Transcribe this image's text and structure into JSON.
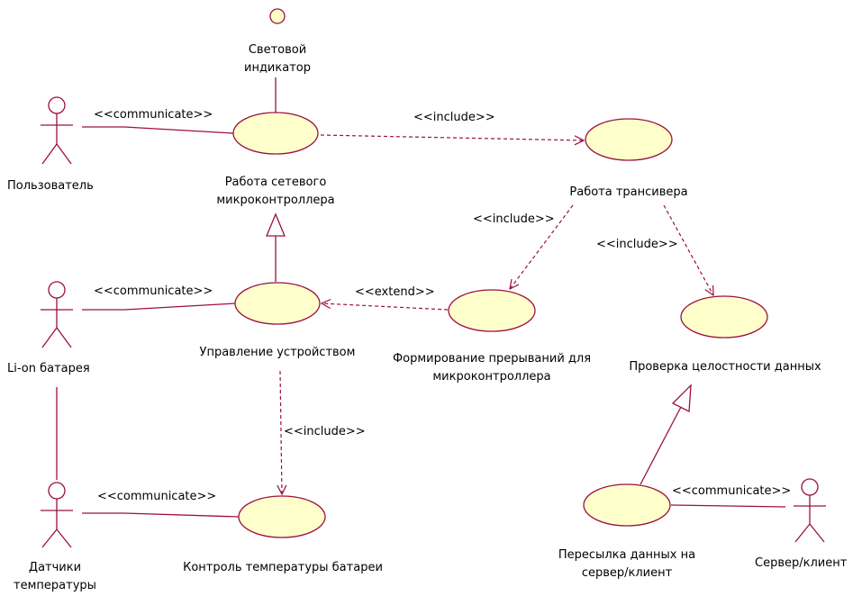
{
  "actors": {
    "user": "Пользователь",
    "battery": "Li-on батарея",
    "sensor": "Датчики\nтемпературы",
    "server": "Сервер/клиент"
  },
  "usecases": {
    "network_mcu": "Работа сетевого\nмикроконтроллера",
    "transceiver": "Работа трансивера",
    "device_control": "Управление устройством",
    "interrupts": "Формирование прерываний для\nмикроконтроллера",
    "integrity": "Проверка целостности данных",
    "temp_control": "Контроль температуры батареи",
    "data_transfer": "Пересылка данных на\nсервер/клиент"
  },
  "indicator": "Световой\nиндикатор",
  "stereotypes": {
    "communicate": "<<communicate>>",
    "include": "<<include>>",
    "extend": "<<extend>>"
  },
  "colors": {
    "line": "#9c1040",
    "usecase_fill": "#ffffcc",
    "indicator_fill": "#ffffcc"
  }
}
